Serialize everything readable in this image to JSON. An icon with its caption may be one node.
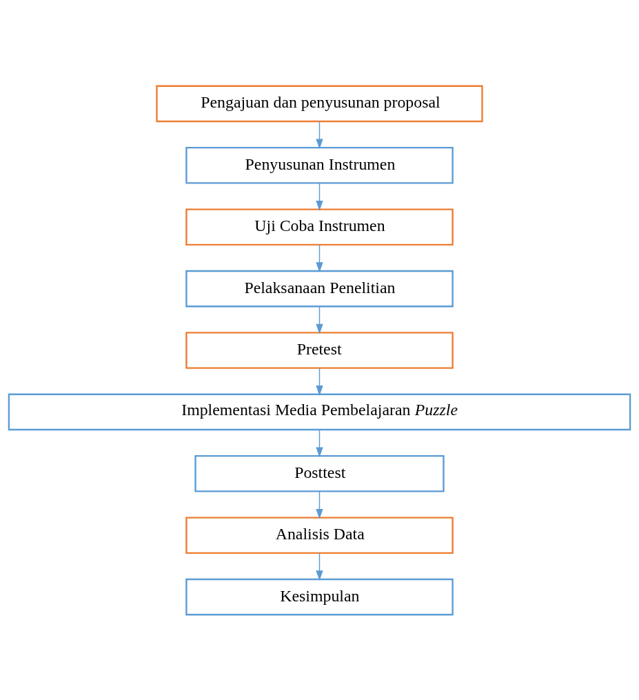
{
  "diagram": {
    "nodes": [
      {
        "text": [
          "Pengajuan dan penyusunan proposal"
        ]
      },
      {
        "text": [
          "Penyusunan Instrumen"
        ]
      },
      {
        "text": [
          "Uji Coba Instrumen"
        ]
      },
      {
        "text": [
          "Pelaksanaan Penelitian"
        ]
      },
      {
        "text": [
          "Pretest"
        ]
      },
      {
        "text": [
          "Implementasi Media Pembelajaran *Puzzle*"
        ]
      },
      {
        "text": [
          "Posttest"
        ]
      },
      {
        "text": [
          "Analisis Data"
        ]
      },
      {
        "text": [
          "Kesimpulan"
        ]
      }
    ],
    "edges": [
      {
        "from": 0,
        "to": 1,
        "arrow": "to"
      },
      {
        "from": 1,
        "to": 2,
        "arrow": "to"
      },
      {
        "from": 2,
        "to": 3,
        "arrow": "to"
      },
      {
        "from": 3,
        "to": 4,
        "arrow": "to"
      },
      {
        "from": 4,
        "to": 5,
        "arrow": "to"
      },
      {
        "from": 5,
        "to": 6,
        "arrow": "to"
      },
      {
        "from": 6,
        "to": 7,
        "arrow": "to"
      },
      {
        "from": 7,
        "to": 8,
        "arrow": "to"
      }
    ]
  }
}
